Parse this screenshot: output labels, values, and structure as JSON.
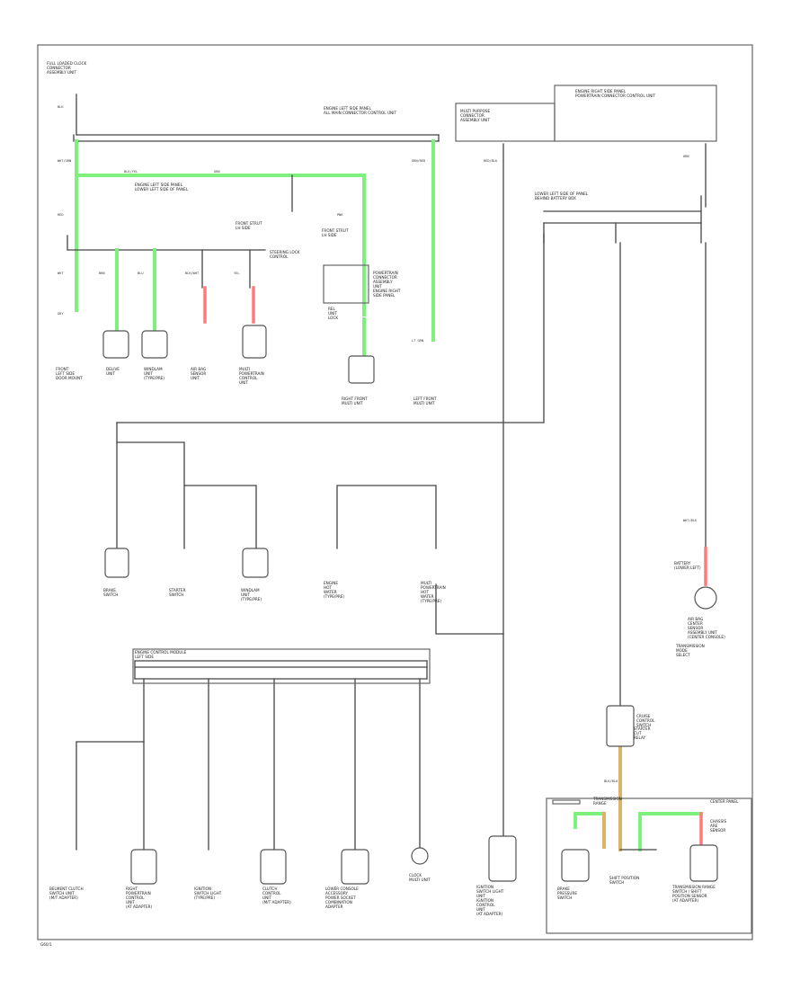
{
  "colors": {
    "green": "#7ef07e",
    "red": "#ff7a7a",
    "tan": "#d9b46a",
    "wire": "#444444"
  },
  "labels": [
    {
      "id": "l01",
      "lines": [
        "FULL LOADED CLOCK",
        "CONNECTOR",
        "ASSEMBLY UNIT"
      ]
    },
    {
      "id": "l02",
      "lines": [
        "ENGINE LEFT SIDE PANEL",
        "ALL MAIN CONNECTOR CONTROL UNIT"
      ]
    },
    {
      "id": "l03",
      "lines": [
        "MULTI PURPOSE",
        "CONNECTOR",
        "ASSEMBLY UNIT"
      ]
    },
    {
      "id": "l04",
      "lines": [
        "ENGINE RIGHT SIDE PANEL",
        "POWERTRAIN CONNECTOR CONTROL UNIT"
      ]
    },
    {
      "id": "l05",
      "lines": [
        "ENGINE LEFT SIDE PANEL",
        "LOWER LEFT SIDE OF PANEL"
      ]
    },
    {
      "id": "l06",
      "lines": [
        "FRONT STRUT",
        "LH SIDE"
      ]
    },
    {
      "id": "l07",
      "lines": [
        "STEERING LOCK",
        "CONTROL"
      ]
    },
    {
      "id": "l08",
      "lines": [
        "POWERTRAIN",
        "CONNECTOR",
        "ASSEMBLY",
        "UNIT",
        "ENGINE RIGHT",
        "SIDE PANEL"
      ]
    },
    {
      "id": "l09",
      "lines": [
        "REL",
        "UNIT",
        "LOCK"
      ]
    },
    {
      "id": "l10",
      "lines": [
        "LOWER LEFT SIDE OF PANEL",
        "BEHIND BATTERY BOX"
      ]
    },
    {
      "id": "l11",
      "lines": [
        "FRONT",
        "LEFT SIDE",
        "DOOR MOUNT"
      ]
    },
    {
      "id": "l12",
      "lines": [
        "DELIVE",
        "UNIT"
      ]
    },
    {
      "id": "l13",
      "lines": [
        "WINDLAM",
        "UNIT",
        "(TYPE/PRE)"
      ]
    },
    {
      "id": "l14",
      "lines": [
        "AIR BAG",
        "SENSOR",
        "UNIT"
      ]
    },
    {
      "id": "l15",
      "lines": [
        "MULTI",
        "POWERTRAIN",
        "CONTROL",
        "UNIT"
      ]
    },
    {
      "id": "l16",
      "lines": [
        "RIGHT FRONT",
        "MULTI UNIT"
      ]
    },
    {
      "id": "l17",
      "lines": [
        "LEFT FRONT",
        "MULTI UNIT"
      ]
    },
    {
      "id": "l18",
      "lines": [
        "BRAKE",
        "SWITCH"
      ]
    },
    {
      "id": "l19",
      "lines": [
        "STARTER",
        "SWITCH"
      ]
    },
    {
      "id": "l20",
      "lines": [
        "WINDLAM",
        "UNIT",
        "(TYPE/PRE)"
      ]
    },
    {
      "id": "l21",
      "lines": [
        "ENGINE",
        "HOT",
        "WATER",
        "(TYPE/PRE)"
      ]
    },
    {
      "id": "l22",
      "lines": [
        "MULTI",
        "POWERTRAIN",
        "HOT",
        "WATER",
        "(TYPE/PRE)"
      ]
    },
    {
      "id": "l23",
      "lines": [
        "BATTERY",
        "(LOWER LEFT)"
      ]
    },
    {
      "id": "l24",
      "lines": [
        "AIR BAG",
        "CENTER",
        "SENSOR",
        "ASSEMBLY UNIT",
        "(CENTER CONSOLE)"
      ]
    },
    {
      "id": "l25",
      "lines": [
        "ENGINE CONTROL MODULE",
        "LEFT SIDE"
      ]
    },
    {
      "id": "l26",
      "lines": [
        "CRUISE",
        "CONTROL",
        "SWITCH"
      ]
    },
    {
      "id": "l27",
      "lines": [
        "CENTER PANEL"
      ]
    },
    {
      "id": "l28",
      "lines": [
        "BELMENT CLUTCH",
        "SWITCH UNIT",
        "(M/T ADAPTER)"
      ]
    },
    {
      "id": "l29",
      "lines": [
        "RIGHT",
        "POWERTRAIN",
        "CONTROL",
        "UNIT",
        "(AT ADAPTER)"
      ]
    },
    {
      "id": "l30",
      "lines": [
        "IGNITION",
        "SWITCH LIGHT",
        "(TYPE/PRE)"
      ]
    },
    {
      "id": "l31",
      "lines": [
        "CLUTCH",
        "CONTROL",
        "UNIT",
        "(M/T ADAPTER)"
      ]
    },
    {
      "id": "l32",
      "lines": [
        "LOWER CONSOLE",
        "ACCESSORY",
        "POWER SOCKET",
        "COMBINATION",
        "ADAPTER"
      ]
    },
    {
      "id": "l33",
      "lines": [
        "CLOCK",
        "MULTI UNIT"
      ]
    },
    {
      "id": "l34",
      "lines": [
        "IGNITION",
        "SWITCH LIGHT",
        "UNIT",
        "IGNITION",
        "CONTROL",
        "UNIT",
        "(AT ADAPTER)"
      ]
    },
    {
      "id": "l35",
      "lines": [
        "BRAKE",
        "PRESSURE",
        "SWITCH"
      ]
    },
    {
      "id": "l36",
      "lines": [
        "SHIFT POSITION",
        "SWITCH"
      ]
    },
    {
      "id": "l37",
      "lines": [
        "TRANSMISSION RANGE",
        "SWITCH / SHIFT",
        "POSITION SENSOR",
        "(AT ADAPTER)"
      ]
    },
    {
      "id": "l38",
      "lines": [
        "CHASSIS",
        "ARE",
        "SENSOR"
      ]
    },
    {
      "id": "l39",
      "lines": [
        "STARTER",
        "CUT",
        "RELAY"
      ]
    },
    {
      "id": "l40",
      "lines": [
        "TRANSMISSION",
        "MODE",
        "SELECT"
      ]
    },
    {
      "id": "l41",
      "lines": [
        "TRANSMISSION",
        "RANGE"
      ]
    },
    {
      "id": "l42",
      "lines": [
        "FRONT STRUT",
        "LH SIDE"
      ]
    }
  ],
  "codes": {
    "c01": "BLK",
    "c02": "WHT/GRN",
    "c03": "BLK/YEL",
    "c04": "GRN",
    "c05": "RED",
    "c06": "WHT",
    "c07": "GRY",
    "c08": "BRN",
    "c09": "BLU",
    "c10": "BLK/WHT",
    "c11": "YEL",
    "c12": "PNK",
    "c13": "GRN/RED",
    "c14": "LT GRN",
    "c15": "RED/BLK",
    "c16": "ORN",
    "c17": "WHT/BLK",
    "c18": "BLK/BLU"
  },
  "footer": {
    "page": "G60/1"
  }
}
